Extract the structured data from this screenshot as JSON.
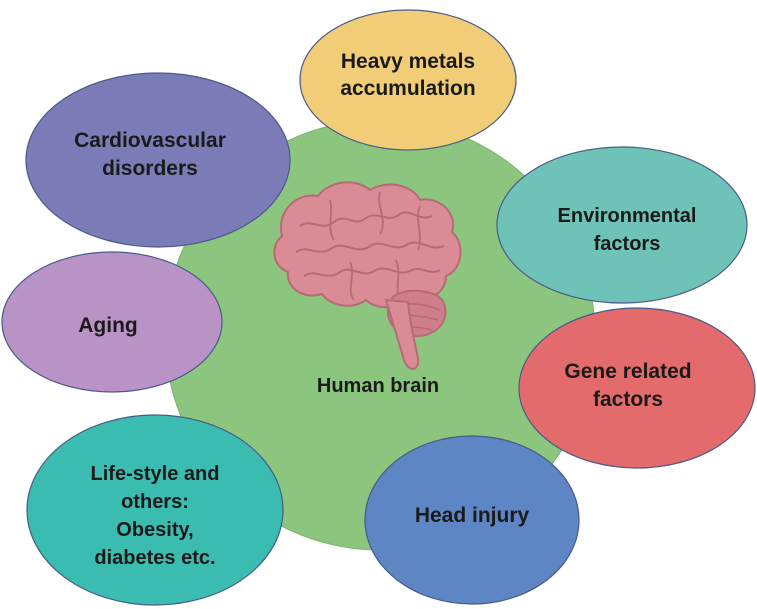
{
  "center": {
    "label": "Human brain",
    "fill": "#8cc67e",
    "icon": "brain-icon"
  },
  "factors": [
    {
      "id": "heavy-metals",
      "lines": [
        "Heavy metals",
        "accumulation"
      ],
      "fill": "#f1cd78"
    },
    {
      "id": "cardiovascular",
      "lines": [
        "Cardiovascular",
        "disorders"
      ],
      "fill": "#7b7bb8"
    },
    {
      "id": "environmental",
      "lines": [
        "Environmental",
        "factors"
      ],
      "fill": "#6ec2b8"
    },
    {
      "id": "aging",
      "lines": [
        "Aging"
      ],
      "fill": "#b992c6"
    },
    {
      "id": "gene",
      "lines": [
        "Gene related",
        "factors"
      ],
      "fill": "#e46b6b"
    },
    {
      "id": "lifestyle",
      "lines": [
        "Life-style and",
        "others:",
        "Obesity,",
        "diabetes etc."
      ],
      "fill": "#3bbcb0"
    },
    {
      "id": "head-injury",
      "lines": [
        "Head injury"
      ],
      "fill": "#5f86c4"
    }
  ]
}
